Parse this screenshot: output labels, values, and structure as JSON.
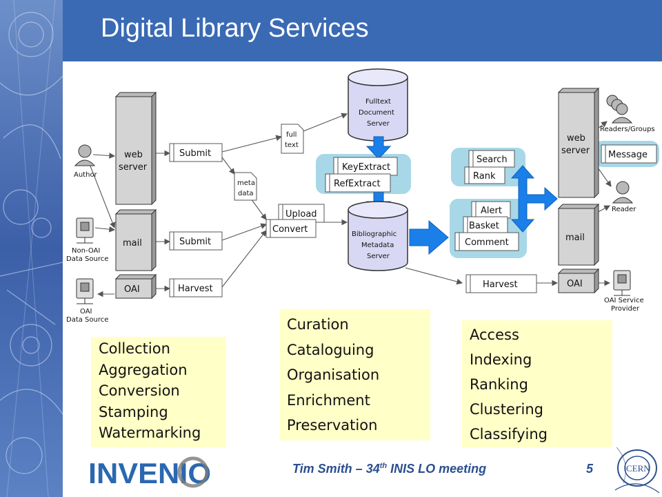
{
  "slide": {
    "title": "Digital Library Services",
    "footer": {
      "author": "Tim Smith – 34",
      "ordinal": "th",
      "event": " INIS LO meeting",
      "page": "5"
    },
    "logo": "INVENIO",
    "cern": "CERN"
  },
  "diagram": {
    "actors": {
      "author": "Author",
      "non_oai": [
        "Non-OAI",
        "Data Source"
      ],
      "oai_source": [
        "OAI",
        "Data Source"
      ],
      "readers_groups": "Readers/Groups",
      "reader": "Reader",
      "oai_provider": [
        "OAI Service",
        "Provider"
      ]
    },
    "servers": {
      "web_left": [
        "web",
        "server"
      ],
      "mail_left": "mail",
      "oai_left": "OAI",
      "web_right": [
        "web",
        "server"
      ],
      "mail_right": "mail",
      "oai_right": "OAI"
    },
    "modules": {
      "submit1": "Submit",
      "submit2": "Submit",
      "harvest_left": "Harvest",
      "upload": "Upload",
      "convert": "Convert",
      "keyextract": "KeyExtract",
      "refextract": "RefExtract",
      "search": "Search",
      "rank": "Rank",
      "alert": "Alert",
      "basket": "Basket",
      "comment": "Comment",
      "harvest_right": "Harvest",
      "message": "Message"
    },
    "docs": {
      "fulltext": [
        "full",
        "text"
      ],
      "metadata": [
        "meta",
        "data"
      ]
    },
    "databases": {
      "fulltext": [
        "Fulltext",
        "Document",
        "Server"
      ],
      "bibliographic": [
        "Bibliographic",
        "Metadata",
        "Server"
      ]
    }
  },
  "notes": {
    "left": [
      "Collection",
      "Aggregation",
      "Conversion",
      "Stamping",
      "Watermarking"
    ],
    "middle": [
      "Curation",
      "Cataloguing",
      "Organisation",
      "Enrichment",
      "Preservation"
    ],
    "right": [
      "Access",
      "Indexing",
      "Ranking",
      "Clustering",
      "Classifying"
    ]
  },
  "colors": {
    "title_bar": "#3a6ab4",
    "note_bg": "#ffffc8",
    "highlight": "#a8d8e8",
    "arrow_blue": "#1a7fe8",
    "db_fill": "#d8d8f4"
  }
}
